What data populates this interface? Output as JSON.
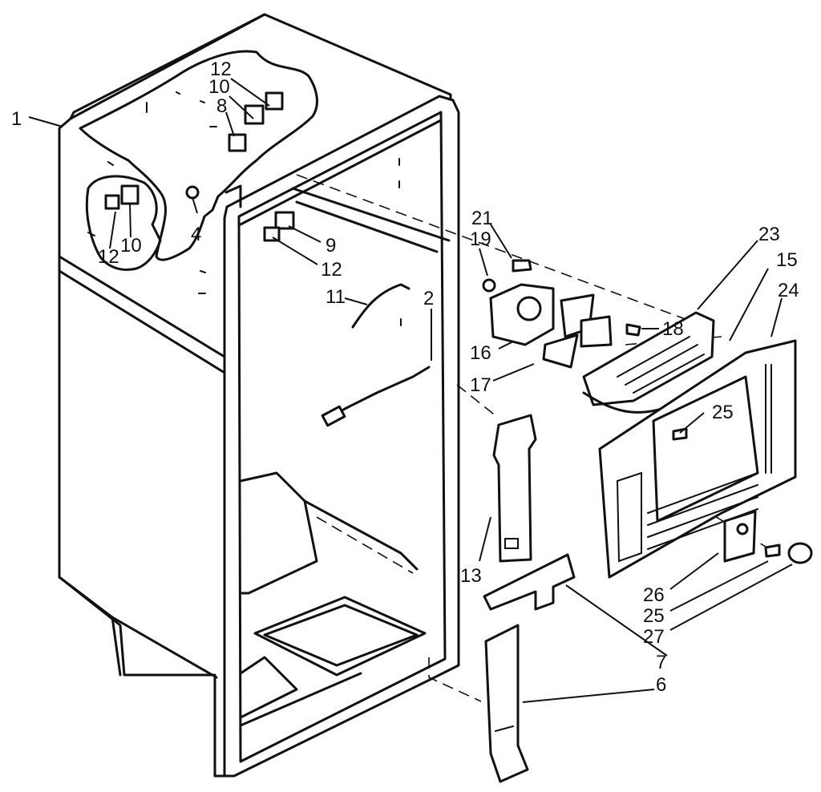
{
  "callouts": [
    {
      "id": "c1",
      "label": "1"
    },
    {
      "id": "c12a",
      "label": "12"
    },
    {
      "id": "c10a",
      "label": "10"
    },
    {
      "id": "c8",
      "label": "8"
    },
    {
      "id": "c4",
      "label": "4"
    },
    {
      "id": "c12b",
      "label": "12"
    },
    {
      "id": "c10b",
      "label": "10"
    },
    {
      "id": "c9",
      "label": "9"
    },
    {
      "id": "c12c",
      "label": "12"
    },
    {
      "id": "c11",
      "label": "11"
    },
    {
      "id": "c2",
      "label": "2"
    },
    {
      "id": "c21",
      "label": "21"
    },
    {
      "id": "c19",
      "label": "19"
    },
    {
      "id": "c16",
      "label": "16"
    },
    {
      "id": "c17",
      "label": "17"
    },
    {
      "id": "c18",
      "label": "18"
    },
    {
      "id": "c23",
      "label": "23"
    },
    {
      "id": "c15",
      "label": "15"
    },
    {
      "id": "c24",
      "label": "24"
    },
    {
      "id": "c25a",
      "label": "25"
    },
    {
      "id": "c13",
      "label": "13"
    },
    {
      "id": "c26",
      "label": "26"
    },
    {
      "id": "c25b",
      "label": "25"
    },
    {
      "id": "c27",
      "label": "27"
    },
    {
      "id": "c7",
      "label": "7"
    },
    {
      "id": "c6",
      "label": "6"
    }
  ]
}
